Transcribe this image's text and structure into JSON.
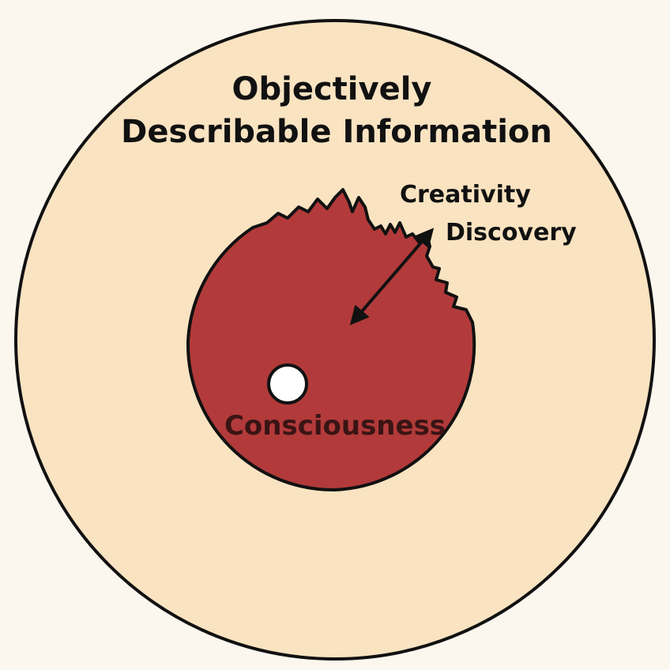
{
  "diagram": {
    "outer_label": {
      "line1": "Objectively",
      "line2": "Describable Information"
    },
    "edge_labels": {
      "creativity": "Creativity",
      "discovery": "Discovery"
    },
    "core_label": "Consciousness"
  },
  "colors": {
    "background": "#fcf7ee",
    "outer_circle": "#f9e3c1",
    "inner_region": "#b23a3a",
    "outline": "#111111",
    "center_dot": "#ffffff"
  }
}
